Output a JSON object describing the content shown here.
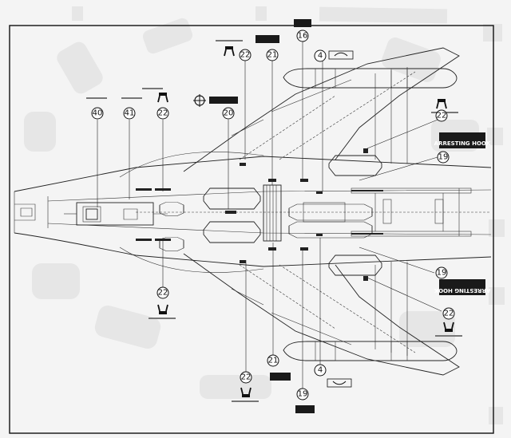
{
  "callouts": [
    {
      "num": "40"
    },
    {
      "num": "41"
    },
    {
      "num": "22"
    },
    {
      "num": "20"
    },
    {
      "num": "22"
    },
    {
      "num": "21"
    },
    {
      "num": "16"
    },
    {
      "num": "4"
    },
    {
      "num": "22"
    },
    {
      "num": "19"
    },
    {
      "num": "19"
    },
    {
      "num": "22"
    },
    {
      "num": "22"
    },
    {
      "num": "21"
    },
    {
      "num": "4"
    },
    {
      "num": "19"
    },
    {
      "num": "22"
    }
  ],
  "decal_tags": {
    "arresting_hook_top": "ARRESTING HOOK",
    "arresting_hook_bottom": "ARRESTING HOOK"
  },
  "colors": {
    "ink": "#111111",
    "paper": "#f4f4f4",
    "ghost": "#cfcfcf",
    "tag_fill": "#1a1a1a"
  }
}
